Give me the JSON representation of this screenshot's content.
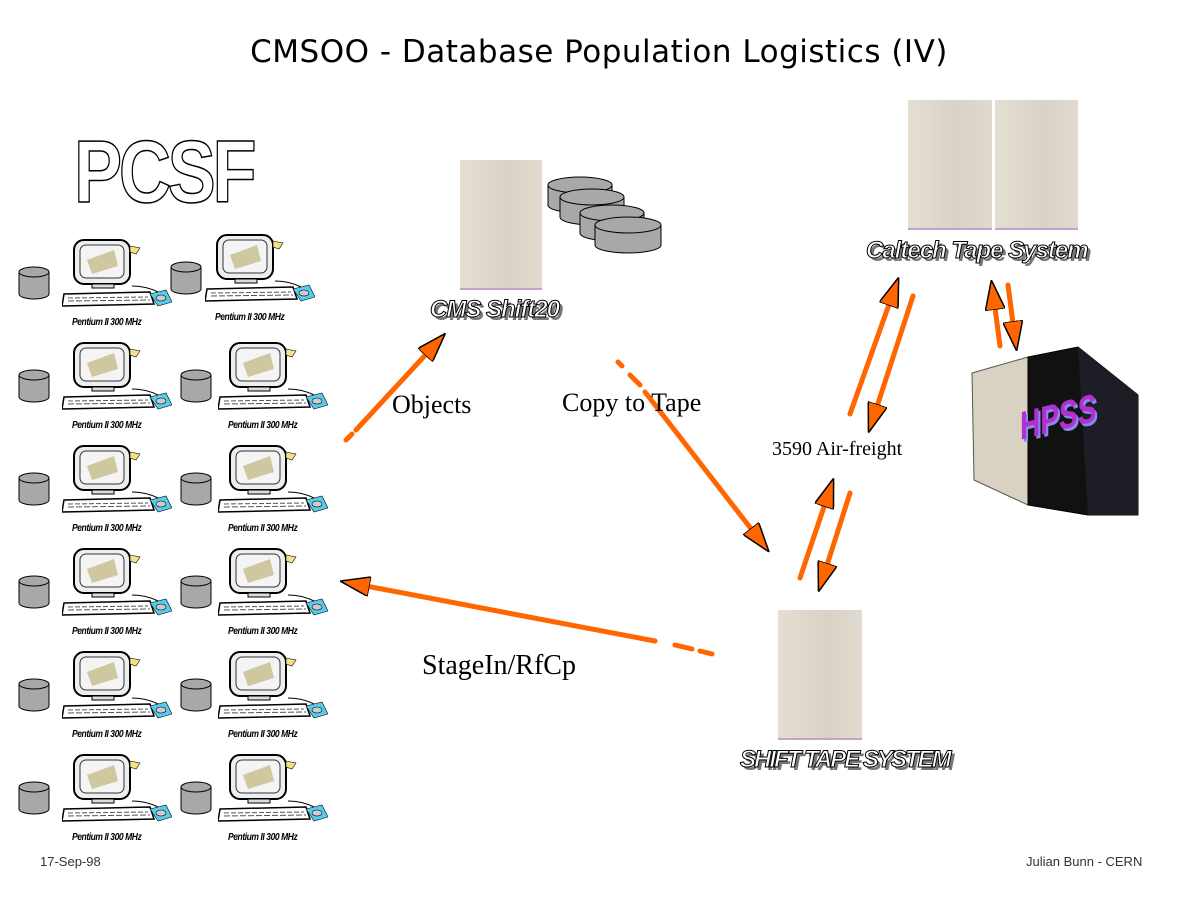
{
  "title": "CMSOO - Database Population Logistics (IV)",
  "pcsf_label": "PCSF",
  "pc_farm": {
    "node_label": "Pentium II 300 MHz",
    "rows": 6,
    "columns": 2
  },
  "nodes": {
    "cms_shift20": "CMS Shift20",
    "caltech_tape": "Caltech Tape System",
    "hpss": "HPSS",
    "shift_tape": "SHIFT TAPE SYSTEM"
  },
  "flows": {
    "objects": "Objects",
    "copy_to_tape": "Copy to Tape",
    "air_freight": "3590 Air-freight",
    "stagein": "StageIn/RfCp"
  },
  "colors": {
    "arrow": "#ff6600",
    "mousepad": "#55ccee",
    "disk": "#a8a8a8",
    "hpss_text": "#aa22cc"
  },
  "footer": {
    "date": "17-Sep-98",
    "author": "Julian Bunn - CERN"
  }
}
